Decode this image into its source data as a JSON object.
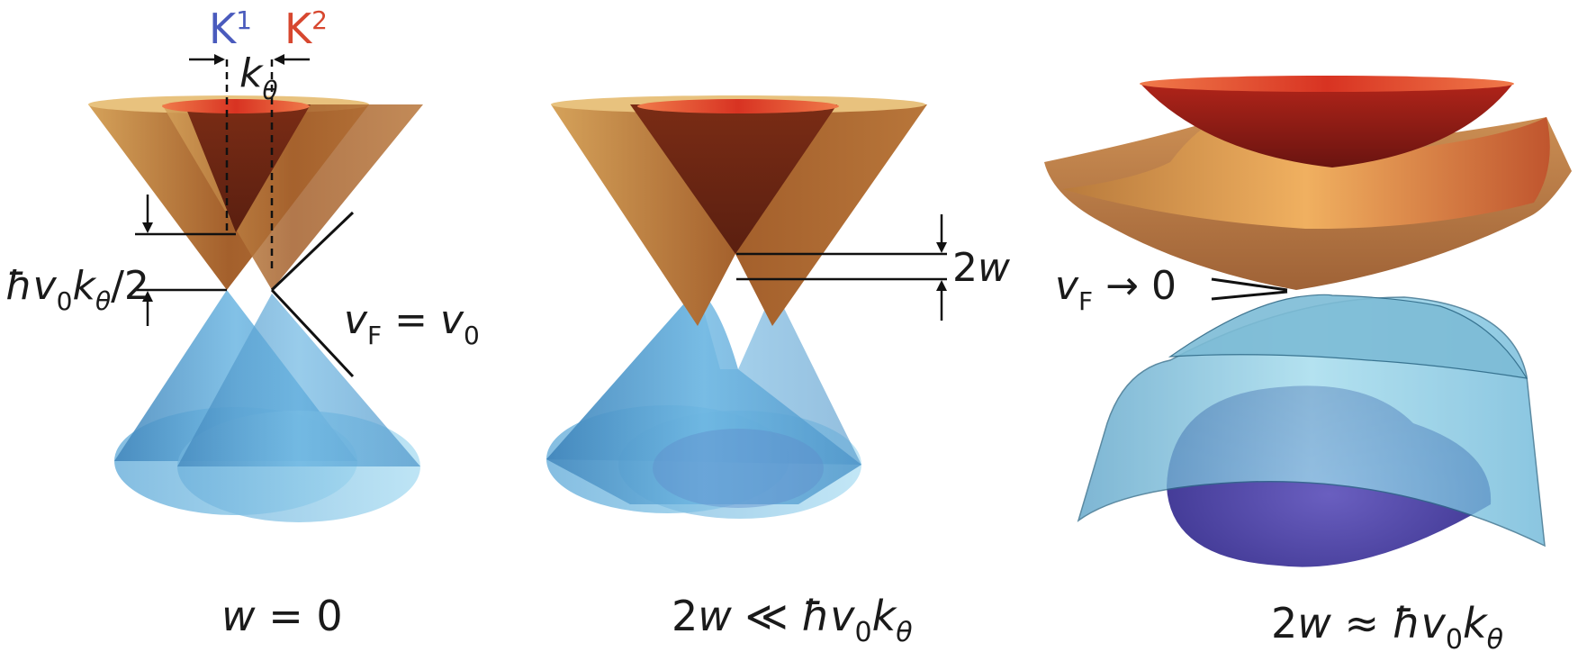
{
  "panels": [
    {
      "caption": {
        "a": "w",
        "b": " = 0"
      },
      "valley_labels": {
        "k1": "K",
        "k1_sup": "1",
        "k2": "K",
        "k2_sup": "2"
      },
      "momentum_label": {
        "k": "k",
        "sub": "θ"
      },
      "gap_label": {
        "hbar": "ħ",
        "v": "v",
        "sub0": "0",
        "k": "k",
        "subθ": "θ",
        "rest": "/2"
      },
      "velocity_label": {
        "v": "v",
        "subF": "F",
        "eq": " = ",
        "v0": "v",
        "sub0": "0"
      }
    },
    {
      "caption": {
        "a": "2",
        "w": "w",
        "rel": " ≪ ",
        "hbar": "ħ",
        "v": "v",
        "sub0": "0",
        "k": "k",
        "subθ": "θ"
      },
      "gap_label": {
        "num": "2",
        "w": "w"
      }
    },
    {
      "caption": {
        "a": "2",
        "w": "w",
        "rel": " ≈ ",
        "hbar": "ħ",
        "v": "v",
        "sub0": "0",
        "k": "k",
        "subθ": "θ"
      },
      "velocity_label": {
        "v": "v",
        "subF": "F",
        "arrow": " → 0"
      }
    }
  ],
  "colors": {
    "valley_k1": "#4a5bbd",
    "valley_k2": "#d7472f",
    "upper_cone": "#a45f2a",
    "upper_cone_inner": "#6e2a14",
    "top_band": "#c0281e",
    "lower_cone": "#5ea6d6",
    "lower_base": "#8fcbec",
    "bottom_band": "#5046a3"
  }
}
